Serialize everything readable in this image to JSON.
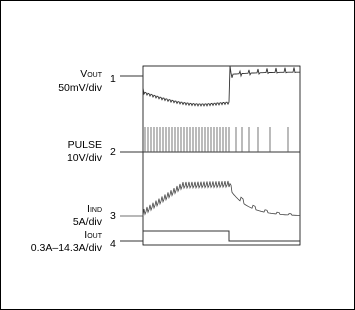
{
  "chart_data": {
    "type": "line",
    "title": "",
    "grid": false,
    "channels": [
      {
        "number": "1",
        "name_main": "V",
        "name_sub": "OUT",
        "scale": "50mV/div"
      },
      {
        "number": "2",
        "name_main": "PULSE",
        "name_sub": "",
        "scale": "10V/div"
      },
      {
        "number": "3",
        "name_main": "I",
        "name_sub": "IND",
        "scale": "5A/div"
      },
      {
        "number": "4",
        "name_main": "I",
        "name_sub": "OUT",
        "scale": "0.3A–14.3A/div"
      }
    ],
    "series": [
      {
        "name": "VOUT",
        "description": "steps down at load step, sags slowly and recovers, overshoots at load release then settles with ringing"
      },
      {
        "name": "PULSE",
        "description": "switching pulses, dense during high load"
      },
      {
        "name": "IND",
        "description": "inductor current ramps up with ripple during load, decays in bursts after release"
      },
      {
        "name": "IOUT",
        "description": "load step from 0.3A to 14.3A"
      }
    ]
  }
}
